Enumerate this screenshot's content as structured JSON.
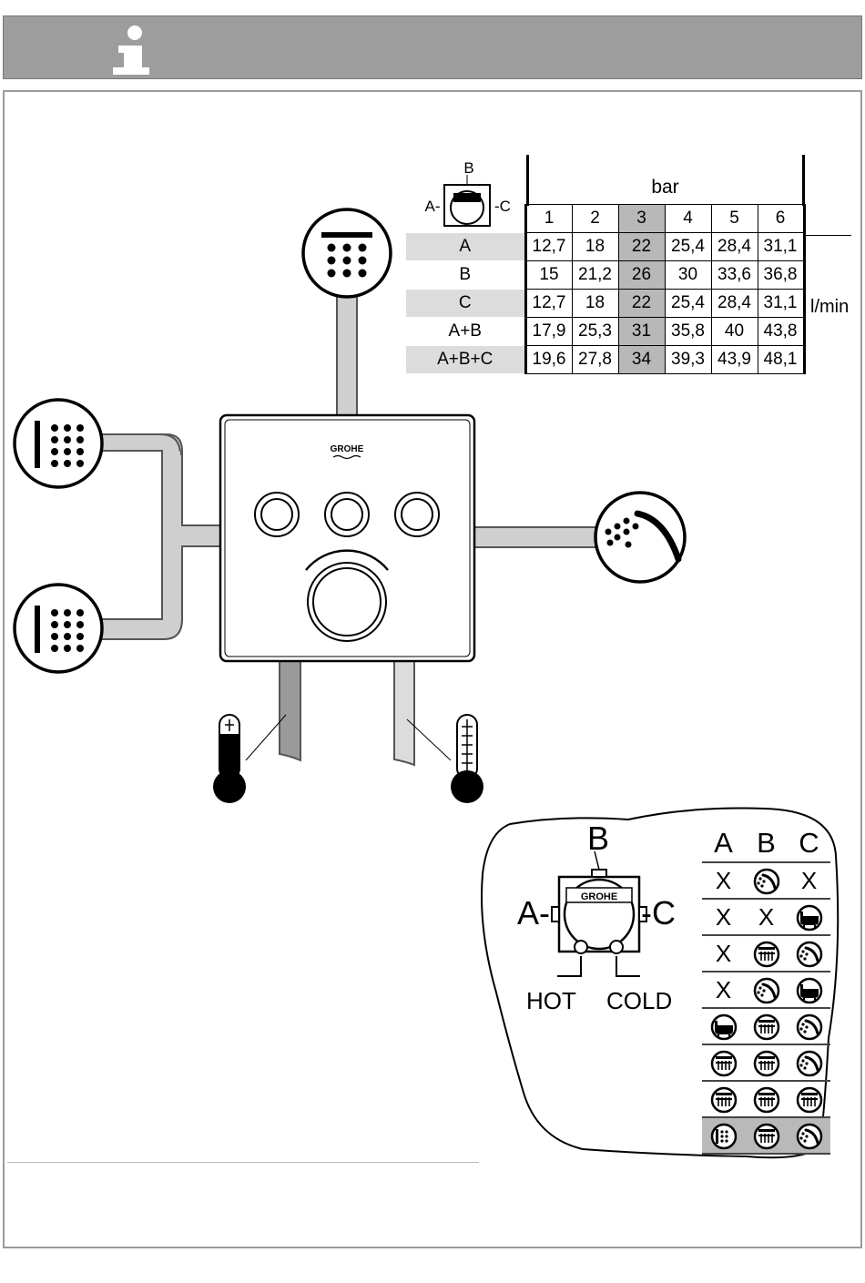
{
  "header": {
    "icon": "info-icon"
  },
  "flow_table": {
    "unit_pressure": "bar",
    "unit_flow": "l/min",
    "diagram_labels": {
      "a": "A-",
      "b": "B",
      "c": "-C"
    },
    "pressures": [
      "1",
      "2",
      "3",
      "4",
      "5",
      "6"
    ],
    "highlight_column": "3",
    "rows": [
      {
        "label": "A",
        "values": [
          "12,7",
          "18",
          "22",
          "25,4",
          "28,4",
          "31,1"
        ]
      },
      {
        "label": "B",
        "values": [
          "15",
          "21,2",
          "26",
          "30",
          "33,6",
          "36,8"
        ]
      },
      {
        "label": "C",
        "values": [
          "12,7",
          "18",
          "22",
          "25,4",
          "28,4",
          "31,1"
        ]
      },
      {
        "label": "A+B",
        "values": [
          "17,9",
          "25,3",
          "31",
          "35,8",
          "40",
          "43,8"
        ]
      },
      {
        "label": "A+B+C",
        "values": [
          "19,6",
          "27,8",
          "34",
          "39,3",
          "43,9",
          "48,1"
        ]
      }
    ]
  },
  "valve_diagram": {
    "brand": "GROHE",
    "outlet_a": "A-",
    "outlet_b": "B",
    "outlet_c": "-C",
    "hot": "HOT",
    "cold": "COLD"
  },
  "combinations": {
    "headers": [
      "A",
      "B",
      "C"
    ],
    "x_mark": "X",
    "rows": [
      [
        "X",
        "hand-shower-icon",
        "X"
      ],
      [
        "X",
        "X",
        "bathtub-icon"
      ],
      [
        "X",
        "head-shower-icon",
        "hand-shower-icon"
      ],
      [
        "X",
        "hand-shower-icon",
        "bathtub-icon"
      ],
      [
        "bathtub-icon",
        "head-shower-icon",
        "hand-shower-icon"
      ],
      [
        "head-shower-icon",
        "head-shower-icon",
        "hand-shower-icon"
      ],
      [
        "head-shower-icon",
        "head-shower-icon",
        "head-shower-icon"
      ],
      [
        "body-jet-icon",
        "head-shower-icon",
        "hand-shower-icon"
      ]
    ],
    "highlight_row": 7
  }
}
